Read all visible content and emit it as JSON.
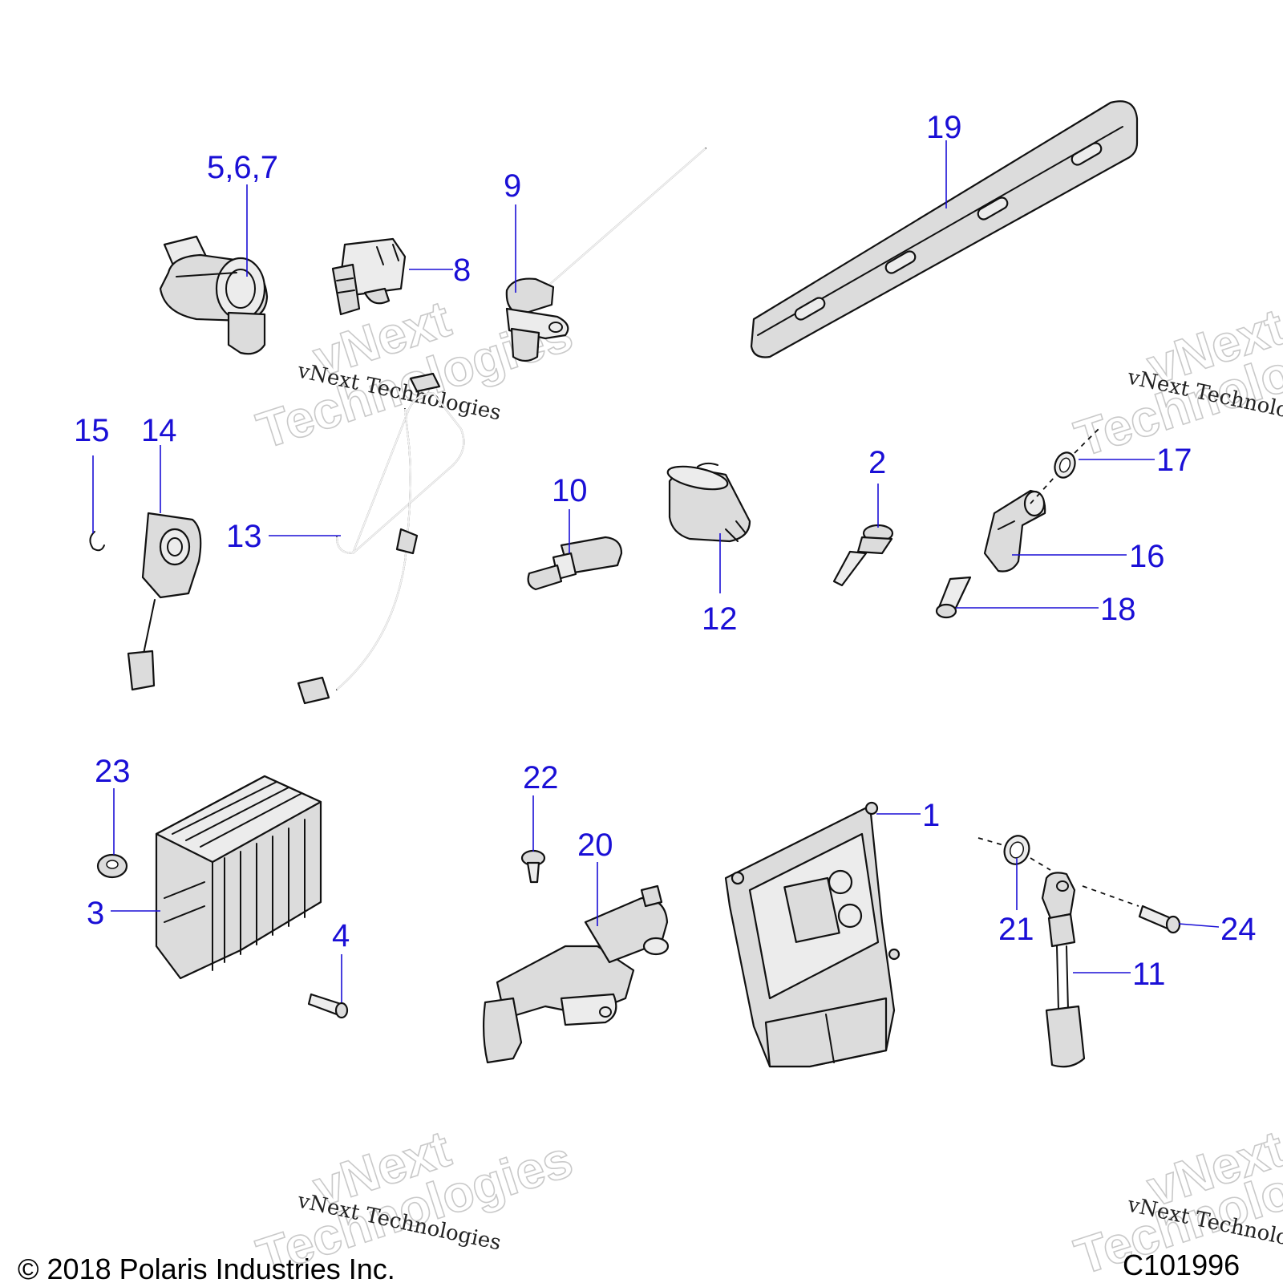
{
  "callouts": {
    "c1": "1",
    "c2": "2",
    "c3": "3",
    "c4": "4",
    "c567": "5,6,7",
    "c8": "8",
    "c9": "9",
    "c10": "10",
    "c11": "11",
    "c12": "12",
    "c13": "13",
    "c14": "14",
    "c15": "15",
    "c16": "16",
    "c17": "17",
    "c18": "18",
    "c19": "19",
    "c20": "20",
    "c21": "21",
    "c22": "22",
    "c23": "23",
    "c24": "24"
  },
  "watermark": {
    "outline_top": "vNext",
    "outline_bottom": "Technologies",
    "serif_text": "vNext Technologies"
  },
  "footer": {
    "copyright": "© 2018 Polaris Industries Inc.",
    "figure_id": "C101996"
  }
}
